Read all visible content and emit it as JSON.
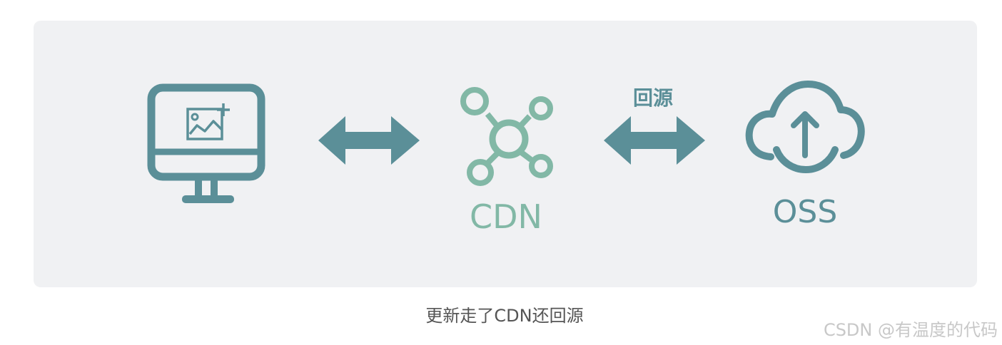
{
  "diagram": {
    "nodes": {
      "client": {
        "icon": "monitor-with-image-icon",
        "label": ""
      },
      "cdn": {
        "icon": "network-hub-icon",
        "label": "CDN"
      },
      "oss": {
        "icon": "cloud-upload-icon",
        "label": "OSS"
      }
    },
    "edges": {
      "client_cdn": {
        "icon": "double-arrow-icon",
        "label": ""
      },
      "cdn_oss": {
        "icon": "double-arrow-icon",
        "label": "回源"
      }
    },
    "colors": {
      "panel": "#f0f1f3",
      "teal": "#5b8f98",
      "green": "#82b8a6"
    }
  },
  "caption": "更新走了CDN还回源",
  "watermark": "CSDN @有温度的代码"
}
